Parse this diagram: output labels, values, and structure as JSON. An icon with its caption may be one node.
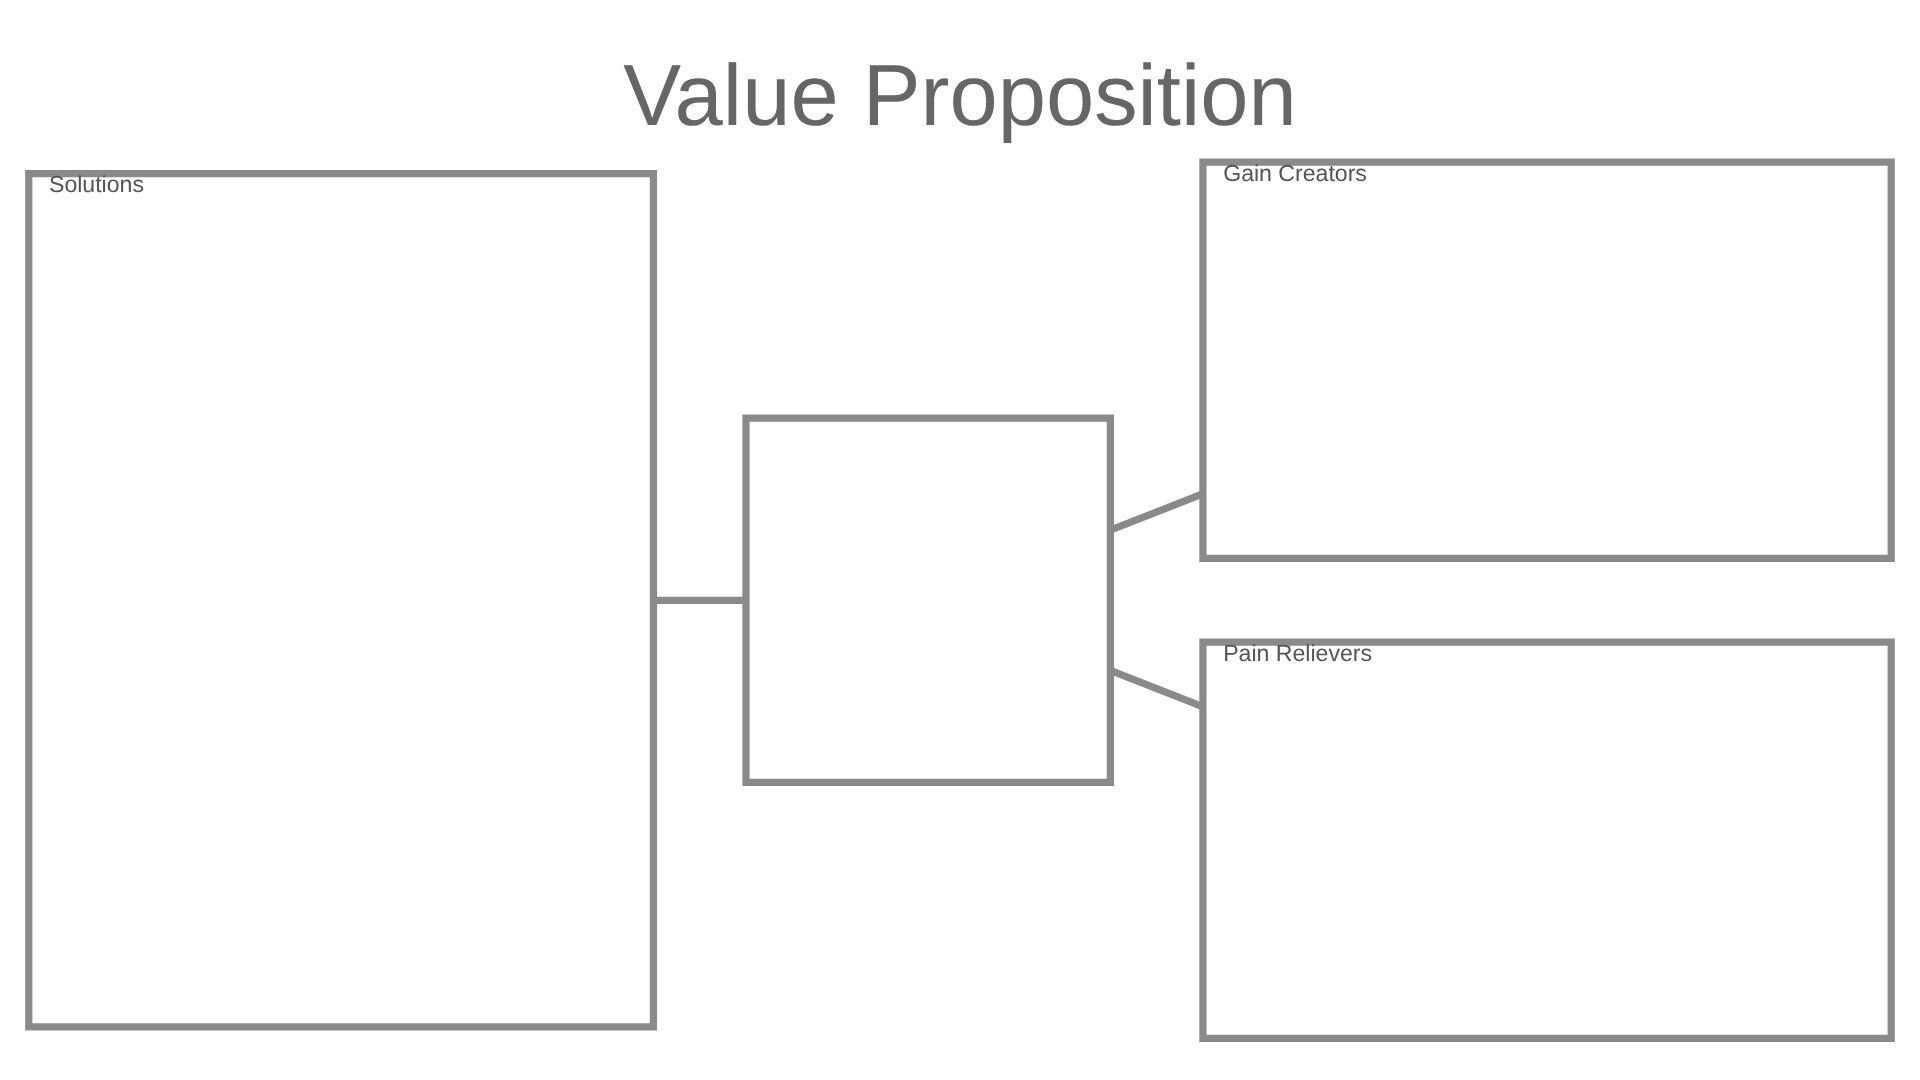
{
  "diagram": {
    "title": "Value Proposition",
    "nodes": [
      {
        "text": [
          "Solutions"
        ]
      },
      {
        "text": [],
        "shape": "box"
      },
      {
        "text": [
          "Gain Creators"
        ]
      },
      {
        "text": [
          "Pain Relievers"
        ]
      }
    ],
    "edges": [
      {
        "from": 0,
        "to": 1,
        "arrow": "none"
      },
      {
        "from": 1,
        "to": 2,
        "arrow": "none"
      },
      {
        "from": 1,
        "to": 3,
        "arrow": "none"
      }
    ]
  }
}
